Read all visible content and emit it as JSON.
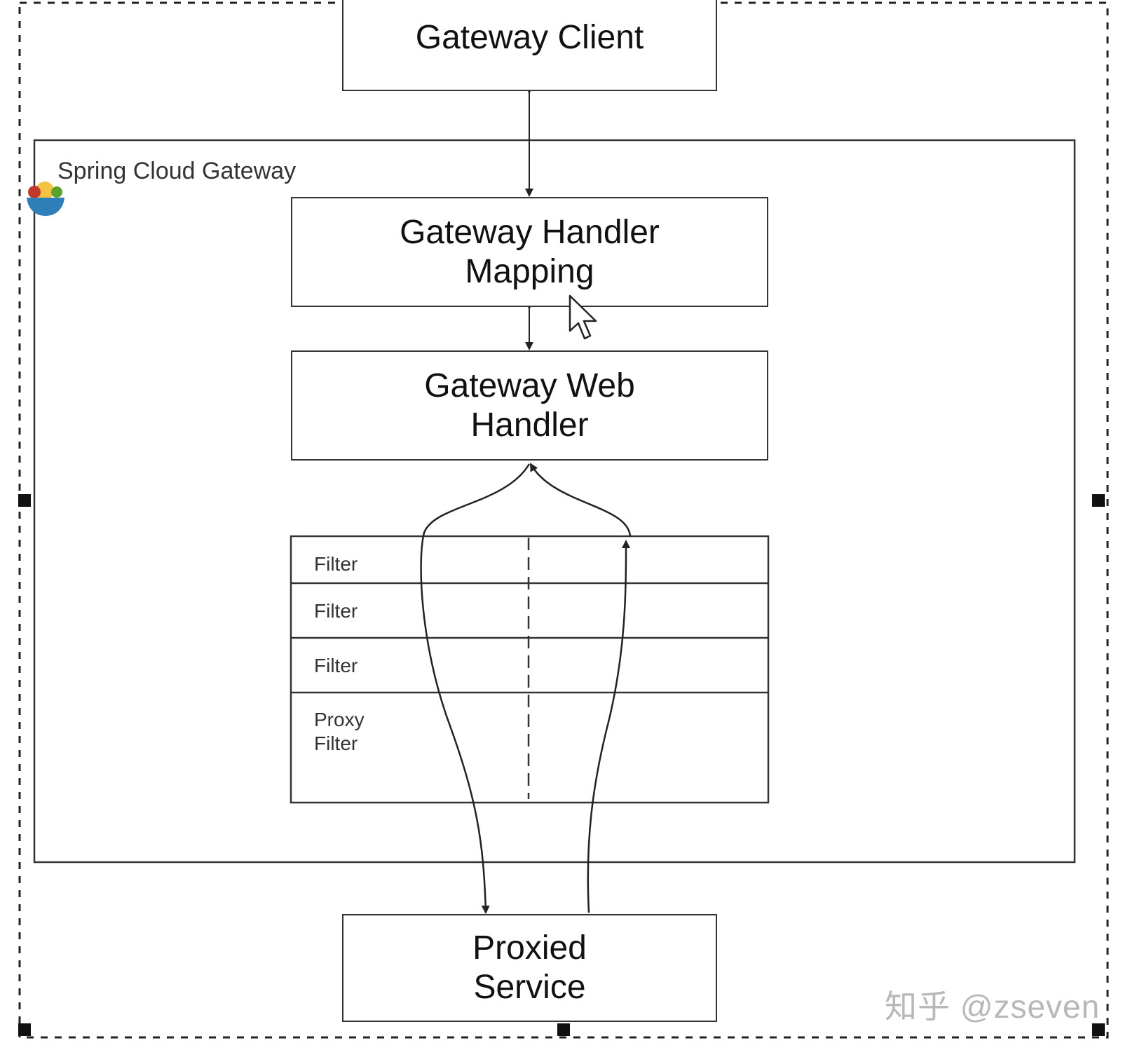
{
  "boxes": {
    "client": "Gateway Client",
    "mapping": "Gateway Handler\nMapping",
    "web_handler": "Gateway Web\nHandler",
    "proxied": "Proxied\nService"
  },
  "container_label": "Spring Cloud Gateway",
  "filters": [
    "Filter",
    "Filter",
    "Filter",
    "Proxy\nFilter"
  ],
  "watermark": "知乎 @zseven",
  "icons": {
    "logo": "fruit-bowl-icon",
    "cursor": "mouse-pointer-icon"
  },
  "colors": {
    "line": "#333333",
    "background": "#ffffff",
    "watermark": "#b8b8b8"
  }
}
